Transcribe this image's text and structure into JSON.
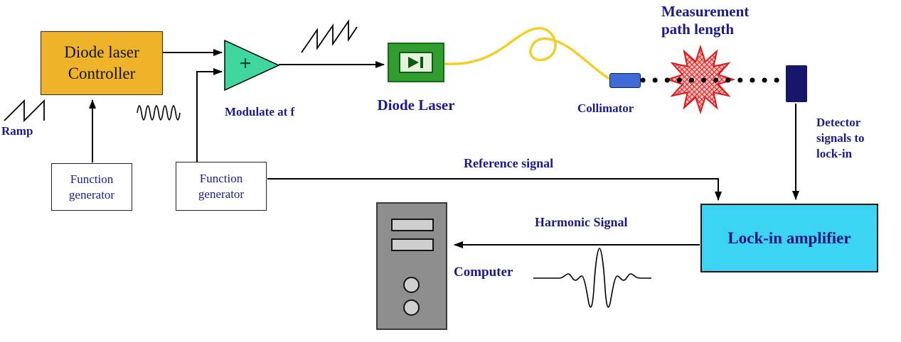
{
  "colors": {
    "controller_fill": "#EFB32A",
    "summer_fill": "#3FD6A0",
    "diode_laser_fill": "#2F9E2F",
    "diode_laser_symbol": "#0F5A0F",
    "fiber": "#F2CE27",
    "collimator_fill": "#3E6BD6",
    "star_stroke": "#E01818",
    "star_fill": "#FFC4C4",
    "detector_fill": "#16166B",
    "lockin_fill": "#3BD4F2",
    "computer_fill": "#8E8E8E",
    "computer_slot_fill": "#CFCFCF",
    "label_text": "#1A1A8C",
    "line": "#000000"
  },
  "nodes": {
    "controller": {
      "label": "Diode laser\nController"
    },
    "function_generator_1": {
      "label": "Function\ngenerator"
    },
    "function_generator_2": {
      "label": "Function\ngenerator"
    },
    "summer": {
      "symbol": "+"
    },
    "diode_laser": {
      "label": "Diode Laser"
    },
    "collimator": {
      "label": "Collimator"
    },
    "measurement_path": {
      "label": "Measurement\npath length"
    },
    "detector_signals": {
      "label": "Detector\nsignals to\nlock-in"
    },
    "lockin": {
      "label": "Lock-in amplifier"
    },
    "computer": {
      "label": "Computer"
    }
  },
  "annotations": {
    "ramp": "Ramp",
    "modulate": "Modulate at f",
    "reference_signal": "Reference signal",
    "harmonic_signal": "Harmonic Signal"
  },
  "icons": {
    "ramp_waveform": "sawtooth",
    "modulation_waveform": "sine",
    "summed_waveform": "slanted-sawtooth",
    "laser_diode_symbol": "play-triangle-with-bar",
    "beam": "dotted-line",
    "scatter_region": "starburst",
    "harmonic_waveform": "2f-lineshape",
    "fiber": "coiled-yellow-fiber"
  }
}
